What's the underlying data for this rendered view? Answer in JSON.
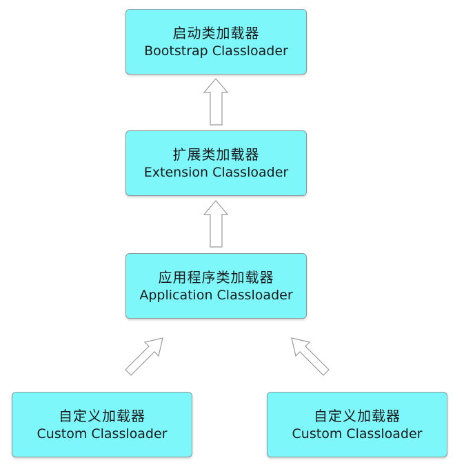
{
  "diagram": {
    "nodes": {
      "bootstrap": {
        "zh": "启动类加载器",
        "en": "Bootstrap Classloader"
      },
      "extension": {
        "zh": "扩展类加载器",
        "en": "Extension Classloader"
      },
      "application": {
        "zh": "应用程序类加载器",
        "en": "Application Classloader"
      },
      "custom_left": {
        "zh": "自定义加载器",
        "en": "Custom Classloader"
      },
      "custom_right": {
        "zh": "自定义加载器",
        "en": "Custom Classloader"
      }
    },
    "edges": [
      {
        "from": "extension",
        "to": "bootstrap"
      },
      {
        "from": "application",
        "to": "extension"
      },
      {
        "from": "custom_left",
        "to": "application"
      },
      {
        "from": "custom_right",
        "to": "application"
      }
    ],
    "colors": {
      "node_fill": "#7ef7fb",
      "node_border": "#8a9a9c",
      "arrow_outline": "#9a9a9a"
    }
  }
}
